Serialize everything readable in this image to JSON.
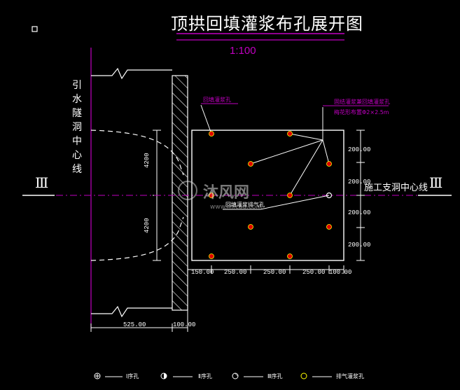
{
  "title": "顶拱回填灌浆布孔展开图",
  "scale": "1:100",
  "left_tunnel_label": [
    "引",
    "水",
    "隧",
    "洞",
    "中",
    "心",
    "线"
  ],
  "section_mark_left": "Ⅲ",
  "section_mark_right": "Ⅲ",
  "branch_tunnel_label": "施工支洞中心线",
  "notes": {
    "hole_type_a": "回填灌浆孔",
    "hole_type_b": "固结灌浆兼回填灌浆孔",
    "hole_spec": "梅花形布置Φ2×2.5m",
    "vent_label": "回填灌浆排气孔"
  },
  "dimensions": {
    "left_half_top": "4200",
    "left_half_bottom": "4200",
    "right_rows": [
      "200.00",
      "200.00",
      "200.00",
      "200.00"
    ],
    "bottom_spacing": [
      "150.00",
      "250.00",
      "250.00",
      "250.00",
      "100.00"
    ],
    "bottom_left": "525.00",
    "bottom_wall": "100.00"
  },
  "legend": [
    {
      "label": "Ⅰ序孔",
      "symbol": "cross-circle-icon"
    },
    {
      "label": "Ⅱ序孔",
      "symbol": "half-circle-icon"
    },
    {
      "label": "Ⅲ序孔",
      "symbol": "hatched-circle-icon"
    },
    {
      "label": "排气灌浆孔",
      "symbol": "open-circle-icon"
    }
  ],
  "watermark": {
    "brand": "沐风网",
    "url": "www.mfcad.com"
  },
  "colors": {
    "magenta": "#c000c0",
    "red_hole": "#e00000",
    "yellow": "#ffff00"
  }
}
